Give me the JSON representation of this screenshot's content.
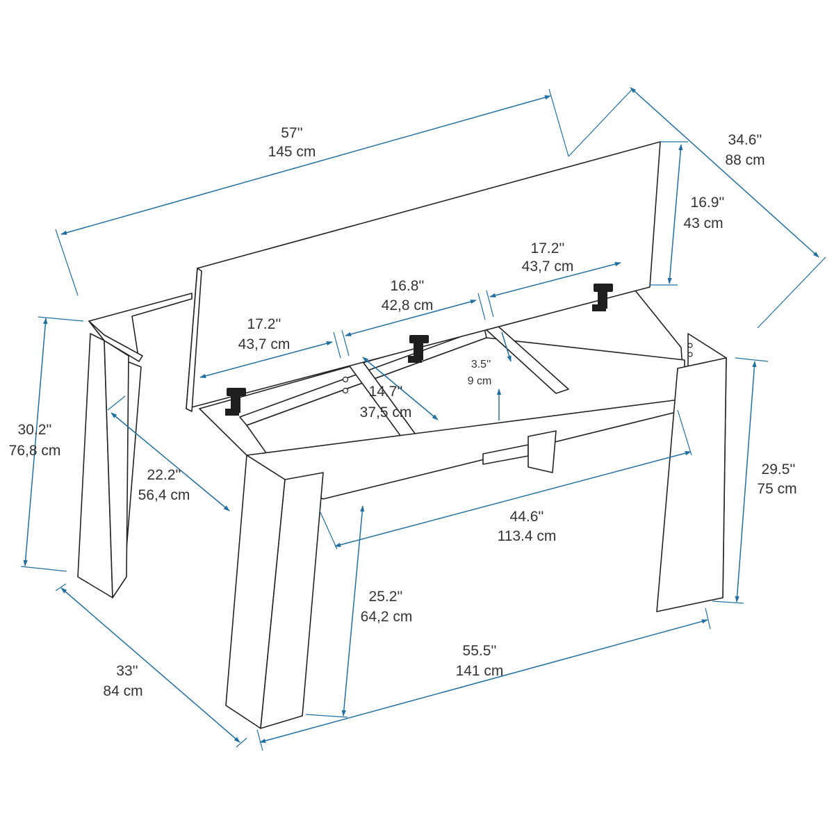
{
  "colors": {
    "dimension": "#1f6fa3",
    "outline": "#222222",
    "text": "#333333"
  },
  "dimensions": {
    "overall_length": {
      "imperial": "57''",
      "metric": "145 cm"
    },
    "overall_depth": {
      "imperial": "34.6''",
      "metric": "88 cm"
    },
    "lid_height": {
      "imperial": "16.9''",
      "metric": "43 cm"
    },
    "compartment_right": {
      "imperial": "17.2''",
      "metric": "43,7 cm"
    },
    "compartment_middle": {
      "imperial": "16.8''",
      "metric": "42,8 cm"
    },
    "compartment_left": {
      "imperial": "17.2''",
      "metric": "43,7 cm"
    },
    "compartment_depth": {
      "imperial": "14.7''",
      "metric": "37,5 cm"
    },
    "compartment_height": {
      "imperial": "3.5''",
      "metric": "9 cm"
    },
    "total_height": {
      "imperial": "30.2''",
      "metric": "76,8 cm"
    },
    "seat_height": {
      "imperial": "29.5''",
      "metric": "75 cm"
    },
    "inner_depth": {
      "imperial": "22.2''",
      "metric": "56,4 cm"
    },
    "inner_width": {
      "imperial": "44.6''",
      "metric": "113.4 cm"
    },
    "leg_clearance": {
      "imperial": "25.2''",
      "metric": "64,2 cm"
    },
    "base_depth": {
      "imperial": "33''",
      "metric": "84 cm"
    },
    "base_length": {
      "imperial": "55.5''",
      "metric": "141 cm"
    }
  }
}
